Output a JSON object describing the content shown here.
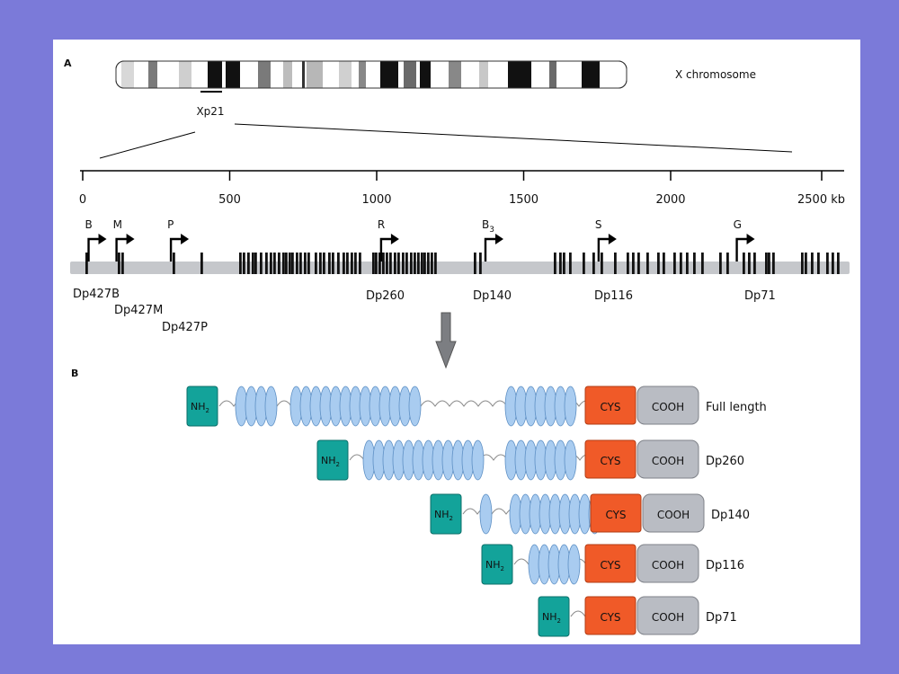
{
  "panel_a": {
    "label": "A",
    "chromosome_label": "X chromosome",
    "band_label": "Xp21",
    "scale": {
      "ticks": [
        "0",
        "500",
        "1000",
        "1500",
        "2000",
        "2500 kb"
      ]
    },
    "promoters": [
      {
        "name": "B",
        "kb": 20
      },
      {
        "name": "M",
        "kb": 115
      },
      {
        "name": "P",
        "kb": 300
      },
      {
        "name": "R",
        "kb": 1015
      },
      {
        "name": "B",
        "sub": "3",
        "kb": 1370
      },
      {
        "name": "S",
        "kb": 1755
      },
      {
        "name": "G",
        "kb": 2225
      }
    ],
    "isoforms": [
      "Dp427B",
      "Dp427M",
      "Dp427P",
      "Dp260",
      "Dp140",
      "Dp116",
      "Dp71"
    ]
  },
  "panel_b": {
    "label": "B",
    "domains": {
      "nh2_main": "NH",
      "nh2_sub": "2",
      "cys": "CYS",
      "cooh": "COOH"
    },
    "proteins": [
      {
        "name": "Full length",
        "repeats": 24
      },
      {
        "name": "Dp260",
        "repeats": 19
      },
      {
        "name": "Dp140",
        "repeats": 10
      },
      {
        "name": "Dp116",
        "repeats": 5
      },
      {
        "name": "Dp71",
        "repeats": 0
      }
    ]
  },
  "colors": {
    "background": "#7b7ad9",
    "nh2": "#13a39a",
    "cys": "#f05a28",
    "cooh": "#b9bcc3",
    "repeat": "#a9ccf0",
    "gene_bar": "#c5c7cb",
    "arrow": "#7c7e82"
  }
}
